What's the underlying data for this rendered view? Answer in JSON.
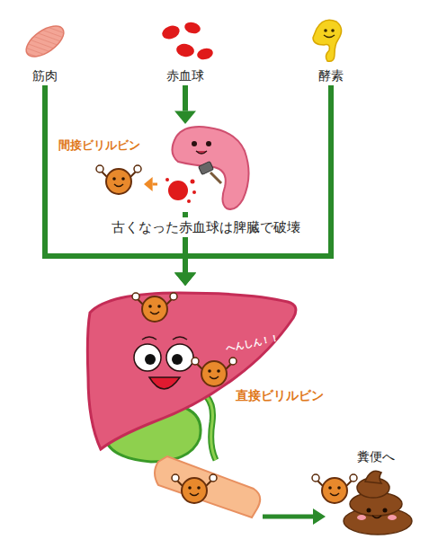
{
  "diagram": {
    "nodes": [
      {
        "text": [
          "筋肉"
        ]
      },
      {
        "text": [
          "赤血球"
        ]
      },
      {
        "text": [
          "酵素"
        ]
      },
      {
        "text": [
          "古くなった赤血球は脾臓で破壊"
        ]
      },
      {
        "text": [
          "間接ビリルビン"
        ]
      },
      {
        "text": [
          "へんしん！！"
        ]
      },
      {
        "text": [
          "糞便へ"
        ]
      }
    ],
    "edges": [
      {
        "from": 1,
        "to": 3,
        "arrow": "to"
      },
      {
        "from": 3,
        "to": 4,
        "arrow": "to"
      },
      {
        "from": 0,
        "to": 5,
        "arrow": "to"
      },
      {
        "from": 2,
        "to": 5,
        "arrow": "to"
      },
      {
        "from": 3,
        "to": 5,
        "arrow": "to"
      }
    ],
    "labels": [
      "直接ビリルビン"
    ]
  }
}
